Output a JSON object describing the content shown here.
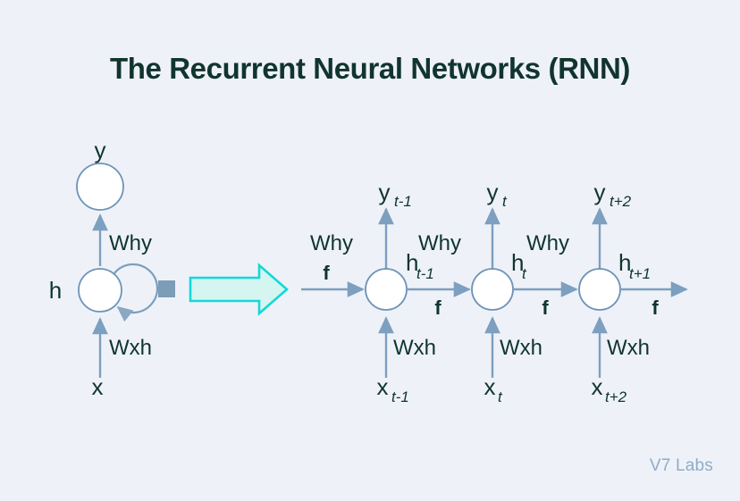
{
  "page": {
    "title": "The Recurrent Neural Networks (RNN)",
    "watermark": "V7 Labs",
    "background_color": "#eef2f8",
    "title_color": "#11352e",
    "watermark_color": "#90abc9"
  },
  "colors": {
    "node_stroke": "#6e93b8",
    "node_fill": "#ffffff",
    "arrow": "#7d9fc0",
    "square_fill": "#7d9cb8",
    "big_arrow_stroke": "#14d8d8",
    "big_arrow_fill": "#d4f5f0",
    "label_text": "#10352d"
  },
  "folded": {
    "output_label": "y",
    "hidden_label": "h",
    "input_label": "x",
    "weight_hy": "Why",
    "weight_xh": "Wxh",
    "recurrence_name": "self-loop"
  },
  "transition": {
    "name": "unroll-arrow",
    "direction": "right"
  },
  "unrolled": {
    "incoming_label": "f",
    "outgoing_label": "f",
    "steps": [
      {
        "output": "y",
        "output_sub": "t-1",
        "hidden": "h",
        "hidden_sub": "t-1",
        "input": "x",
        "input_sub": "t-1",
        "weight_hy": "Why",
        "weight_xh": "Wxh",
        "transfer": "f"
      },
      {
        "output": "y",
        "output_sub": "t",
        "hidden": "h",
        "hidden_sub": "t",
        "input": "x",
        "input_sub": "t",
        "weight_hy": "Why",
        "weight_xh": "Wxh",
        "transfer": "f"
      },
      {
        "output": "y",
        "output_sub": "t+2",
        "hidden": "h",
        "hidden_sub": "t+1",
        "input": "x",
        "input_sub": "t+2",
        "weight_hy": "Why",
        "weight_xh": "Wxh",
        "transfer": "f"
      }
    ]
  }
}
